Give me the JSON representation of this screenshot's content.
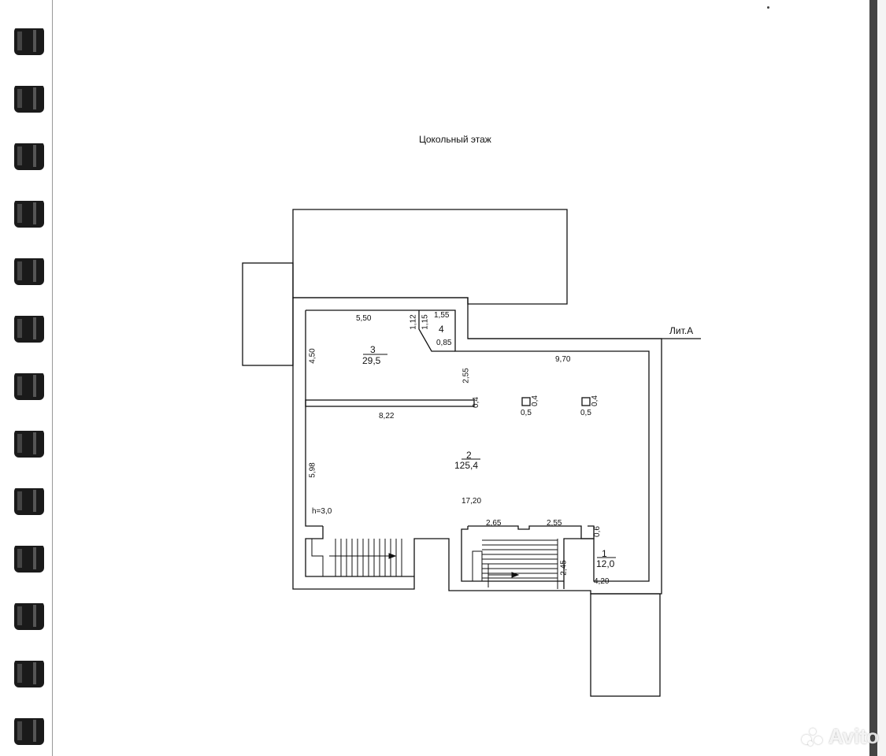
{
  "document": {
    "title": "Цокольный этаж",
    "building_label": "Лит.А",
    "height_note": "h=3,0"
  },
  "rooms": [
    {
      "number": "1",
      "area": "12,0"
    },
    {
      "number": "2",
      "area": "125,4"
    },
    {
      "number": "3",
      "area": "29,5"
    },
    {
      "number": "4",
      "area": ""
    }
  ],
  "dimensions": {
    "d_5_50": "5,50",
    "d_1_55": "1,55",
    "d_1_12": "1,12",
    "d_1_15": "1,15",
    "d_0_85": "0,85",
    "d_4_50": "4,50",
    "d_9_70": "9,70",
    "d_2_55_vert": "2,55",
    "d_0_4_a": "0,4",
    "d_0_4_b": "0,4",
    "d_0_4_c": "0,4",
    "d_0_5_a": "0,5",
    "d_0_5_b": "0,5",
    "d_8_22": "8,22",
    "d_5_98": "5,98",
    "d_17_20": "17,20",
    "d_2_65": "2,65",
    "d_2_55_horiz": "2,55",
    "d_0_6": "0,6",
    "d_2_45": "2,45",
    "d_4_20": "4,20"
  },
  "watermark": {
    "text": "Avito"
  },
  "colors": {
    "ink": "#111111",
    "paper": "#ffffff",
    "binding": "#1a1a1a"
  }
}
